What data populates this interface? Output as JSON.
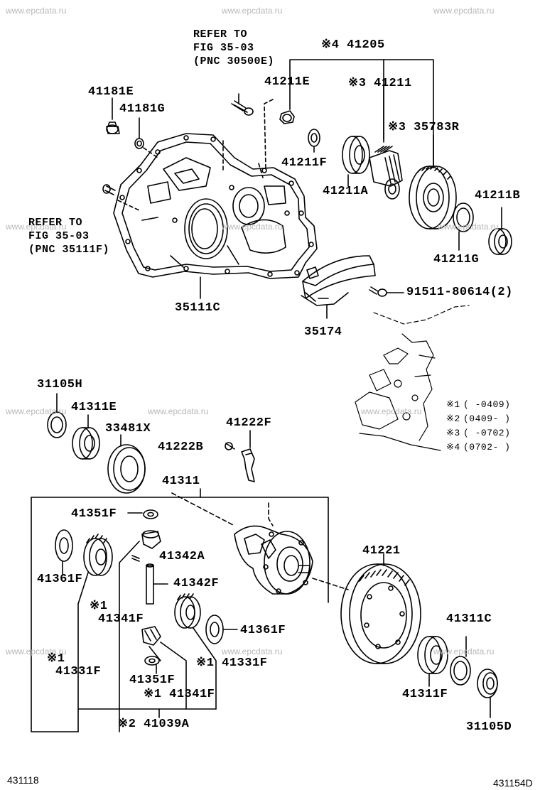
{
  "watermark": "www.epcdata.ru",
  "refs": {
    "top": [
      "REFER TO",
      "FIG 35-03",
      "(PNC 30500E)"
    ],
    "left": [
      "REFER TO",
      "FIG 35-03",
      "(PNC 35111F)"
    ]
  },
  "parts": {
    "p41205": "※4 41205",
    "p41211E": "41211E",
    "p41211": "※3 41211",
    "p35783R": "※3 35783R",
    "p41181E": "41181E",
    "p41181G": "41181G",
    "p41211F": "41211F",
    "p41211A": "41211A",
    "p41211B": "41211B",
    "p41211G": "41211G",
    "p35111C": "35111C",
    "p91511": "91511-80614(2)",
    "p35174": "35174",
    "p31105H": "31105H",
    "p41311E": "41311E",
    "p33481X": "33481X",
    "p41222F": "41222F",
    "p41222B": "41222B",
    "p41311": "41311",
    "p41351F_top": "41351F",
    "p41361F_left": "41361F",
    "p41342A": "41342A",
    "p41342F": "41342F",
    "p41341F_note": "※1",
    "p41341F": "41341F",
    "p41221": "41221",
    "p41361F_right": "41361F",
    "p41331F_left_note": "※1",
    "p41331F_left": "41331F",
    "p41351F_bottom": "41351F",
    "p41331F_right": "※1 41331F",
    "p41341F_bottom": "※1 41341F",
    "p41039A": "※2 41039A",
    "p41311C": "41311C",
    "p41311F": "41311F",
    "p31105D": "31105D"
  },
  "legend": [
    {
      "mark": "※1",
      "range": "(      -0409)"
    },
    {
      "mark": "※2",
      "range": "(0409-      )"
    },
    {
      "mark": "※3",
      "range": "(      -0702)"
    },
    {
      "mark": "※4",
      "range": "(0702-      )"
    }
  ],
  "codes": {
    "left": "431118",
    "right": "431154D"
  }
}
